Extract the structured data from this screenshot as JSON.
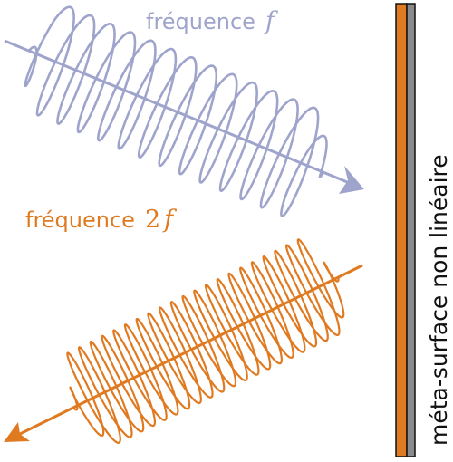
{
  "incident_wave": {
    "label": "fréquence",
    "symbol": "f",
    "color": "#9fa4cc"
  },
  "generated_wave": {
    "label": "fréquence",
    "symbol_prefix": "2",
    "symbol": "f",
    "color": "#e07a21"
  },
  "metasurface": {
    "label": "méta-surface non linéaire",
    "color_front": "#e07a21",
    "color_back": "#8a8a8a",
    "edge": "#111111"
  }
}
